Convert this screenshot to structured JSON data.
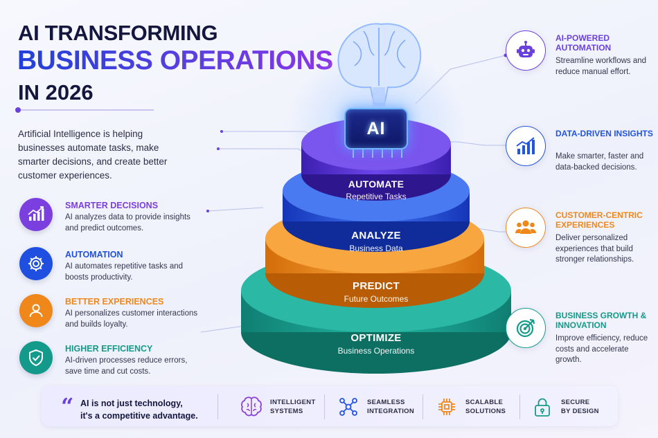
{
  "title": {
    "line1": "AI TRANSFORMING",
    "line2": "BUSINESS OPERATIONS",
    "line3": "IN 2026"
  },
  "intro": "Artificial Intelligence is helping businesses automate tasks, make smarter decisions, and create better customer experiences.",
  "benefits": [
    {
      "icon": "chart-growth-icon",
      "title": "SMARTER DECISIONS",
      "desc": "AI analyzes data to provide insights and predict outcomes.",
      "color": "#7b3fe0"
    },
    {
      "icon": "gear-icon",
      "title": "AUTOMATION",
      "desc": "AI automates repetitive tasks and boosts productivity.",
      "color": "#1f4fe0"
    },
    {
      "icon": "user-icon",
      "title": "BETTER EXPERIENCES",
      "desc": "AI personalizes customer interactions and builds loyalty.",
      "color": "#f0871a"
    },
    {
      "icon": "shield-check-icon",
      "title": "HIGHER EFFICIENCY",
      "desc": "AI-driven processes reduce errors, save time and cut costs.",
      "color": "#149a8a"
    }
  ],
  "pyramid": {
    "chip_label": "AI",
    "tiers": [
      {
        "name": "AUTOMATE",
        "sub": "Repetitive Tasks",
        "color": "#5a35d8"
      },
      {
        "name": "ANALYZE",
        "sub": "Business Data",
        "color": "#2254e0"
      },
      {
        "name": "PREDICT",
        "sub": "Future Outcomes",
        "color": "#f08a1c"
      },
      {
        "name": "OPTIMIZE",
        "sub": "Business Operations",
        "color": "#1a9a88"
      }
    ]
  },
  "features": [
    {
      "icon": "robot-icon",
      "title": "AI-POWERED AUTOMATION",
      "desc": "Streamline workflows and reduce manual effort.",
      "color": "#6a40dc"
    },
    {
      "icon": "bar-chart-icon",
      "title": "DATA-DRIVEN INSIGHTS",
      "desc": "Make smarter, faster and data-backed decisions.",
      "color": "#2254e0"
    },
    {
      "icon": "people-icon",
      "title": "CUSTOMER-CENTRIC EXPERIENCES",
      "desc": "Deliver personalized experiences that build stronger relationships.",
      "color": "#f0871a"
    },
    {
      "icon": "target-icon",
      "title": "BUSINESS GROWTH & INNOVATION",
      "desc": "Improve efficiency, reduce costs and accelerate growth.",
      "color": "#149a8a"
    }
  ],
  "bottom": {
    "quote_mark": "“",
    "quote_line1": "AI is not just technology,",
    "quote_line2": "it's a competitive advantage.",
    "items": [
      {
        "icon": "brain-icon",
        "line1": "INTELLIGENT",
        "line2": "SYSTEMS"
      },
      {
        "icon": "network-icon",
        "line1": "SEAMLESS",
        "line2": "INTEGRATION"
      },
      {
        "icon": "chip-icon",
        "line1": "SCALABLE",
        "line2": "SOLUTIONS"
      },
      {
        "icon": "lock-icon",
        "line1": "SECURE",
        "line2": "BY DESIGN"
      }
    ]
  }
}
